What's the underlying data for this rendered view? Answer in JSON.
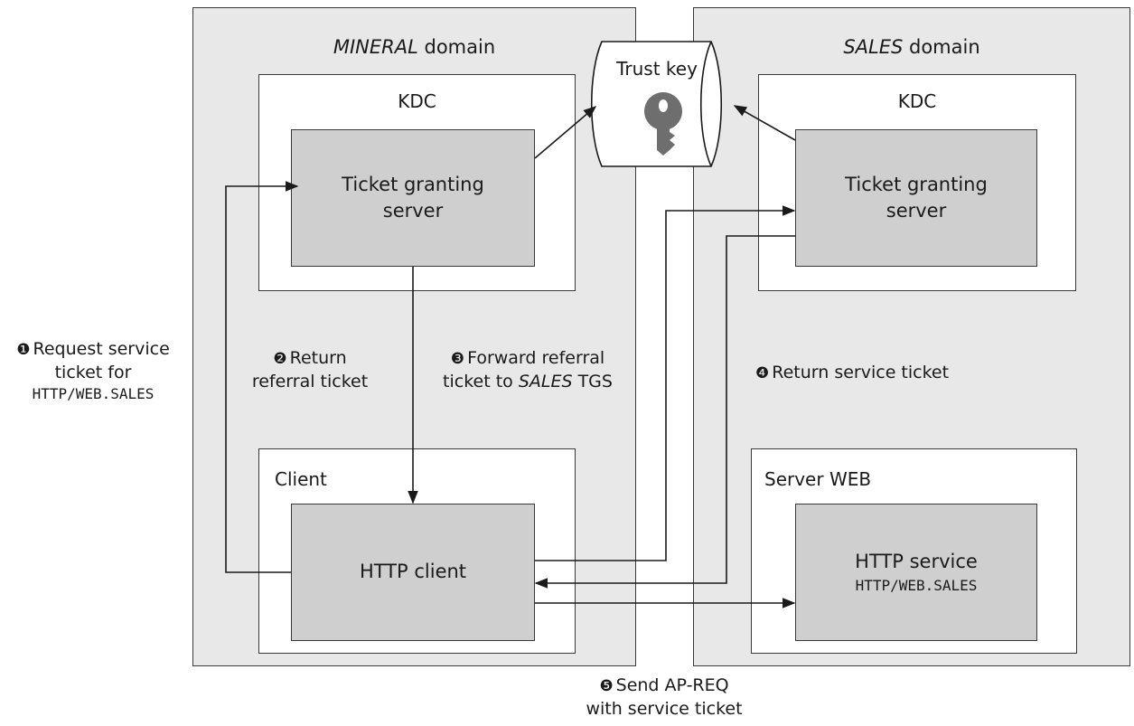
{
  "domains": {
    "mineral": {
      "name_italic": "MINERAL",
      "name_rest": " domain"
    },
    "sales": {
      "name_italic": "SALES",
      "name_rest": " domain"
    }
  },
  "trust_key": {
    "label": "Trust key",
    "icon": "key-icon"
  },
  "mineral_kdc": {
    "title": "KDC",
    "tgs_line1": "Ticket granting",
    "tgs_line2": "server"
  },
  "sales_kdc": {
    "title": "KDC",
    "tgs_line1": "Ticket granting",
    "tgs_line2": "server"
  },
  "client": {
    "title": "Client",
    "http_client": "HTTP client"
  },
  "server_web": {
    "title": "Server WEB",
    "service_line1": "HTTP service",
    "service_line2": "HTTP/WEB.SALES"
  },
  "steps": {
    "s1": {
      "num": "❶",
      "line1": "Request service",
      "line2": "ticket for",
      "line3": "HTTP/WEB.SALES"
    },
    "s2": {
      "num": "❷",
      "line1": "Return",
      "line2": "referral ticket"
    },
    "s3": {
      "num": "❸",
      "line1": "Forward referral",
      "line2_pre": "ticket to ",
      "line2_italic": "SALES",
      "line2_post": " TGS"
    },
    "s4": {
      "num": "❹",
      "line1": "Return service ticket"
    },
    "s5": {
      "num": "❺",
      "line1": "Send AP-REQ",
      "line2": "with service ticket"
    }
  },
  "colors": {
    "domain_bg": "#e8e8e8",
    "process_bg": "#cfcfcf",
    "line": "#1a1a1a",
    "key": "#6e6e6e"
  }
}
